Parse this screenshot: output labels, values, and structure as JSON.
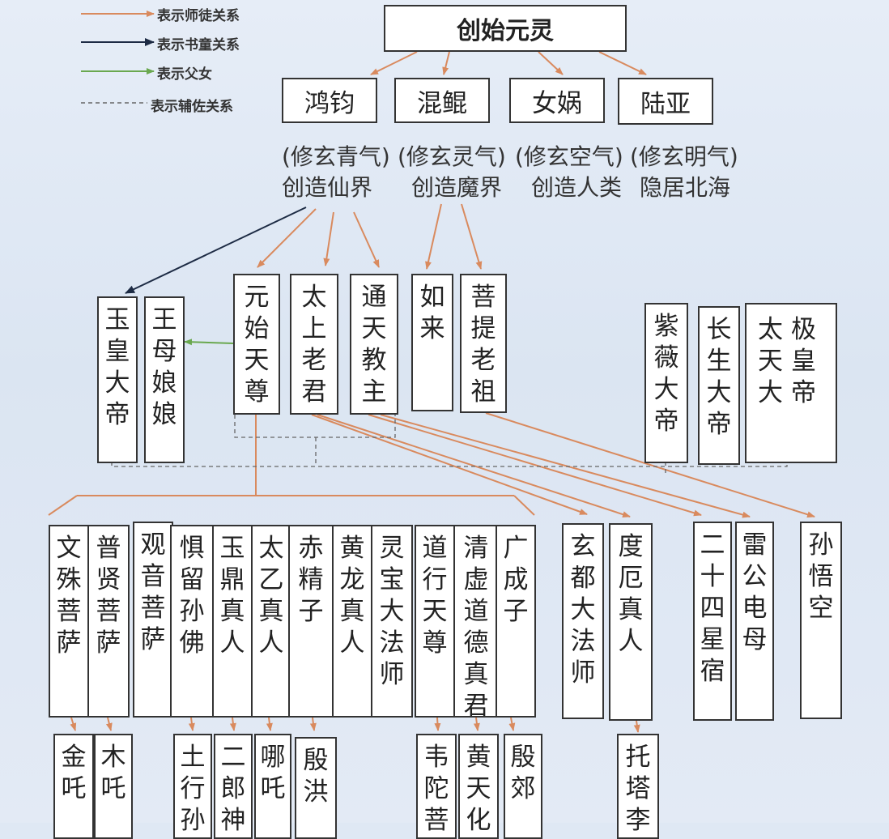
{
  "legend": {
    "master_disciple": "表示师徒关系",
    "mount": "表示书童关系",
    "father_daughter": "表示父女",
    "assist": "表示辅佐关系"
  },
  "colors": {
    "master_disciple": "#d98a5e",
    "mount": "#1d2b44",
    "father_daughter": "#6aa84f",
    "assist": "#666666"
  },
  "root": "创始元灵",
  "tier1": [
    {
      "name": "鸿钧",
      "desc1": "(修玄青气)",
      "desc2": "创造仙界"
    },
    {
      "name": "混鲲",
      "desc1": "(修玄灵气)",
      "desc2": "创造魔界"
    },
    {
      "name": "女娲",
      "desc1": "(修玄空气)",
      "desc2": "创造人类"
    },
    {
      "name": "陆亚",
      "desc1": "(修玄明气)",
      "desc2": "隐居北海"
    }
  ],
  "tier2": [
    {
      "id": "yuhuang",
      "name": "玉皇大帝"
    },
    {
      "id": "wangmu",
      "name": "王母娘娘"
    },
    {
      "id": "yuanshi",
      "name": "元始天尊"
    },
    {
      "id": "taishang",
      "name": "太上老君"
    },
    {
      "id": "tongtian",
      "name": "通天教主"
    },
    {
      "id": "rulai",
      "name": "如来"
    },
    {
      "id": "puti",
      "name": "菩提老祖"
    },
    {
      "id": "ziwei",
      "name": "紫薇大帝"
    },
    {
      "id": "changsheng",
      "name": "长生大帝"
    },
    {
      "id": "taiji",
      "name": "太极天皇大帝"
    }
  ],
  "tier3": [
    {
      "id": "wenshu",
      "name": "文殊菩萨"
    },
    {
      "id": "puxian",
      "name": "普贤菩萨"
    },
    {
      "id": "guanyin",
      "name": "观音菩萨"
    },
    {
      "id": "julius",
      "name": "惧留孙佛"
    },
    {
      "id": "yuding",
      "name": "玉鼎真人"
    },
    {
      "id": "taiyi",
      "name": "太乙真人"
    },
    {
      "id": "chijing",
      "name": "赤精子"
    },
    {
      "id": "huanglong",
      "name": "黄龙真人"
    },
    {
      "id": "lingbao",
      "name": "灵宝大法师"
    },
    {
      "id": "daoxing",
      "name": "道行天尊"
    },
    {
      "id": "qingxu",
      "name": "清虚道德真君"
    },
    {
      "id": "guangcheng",
      "name": "广成子"
    },
    {
      "id": "xuandu",
      "name": "玄都大法师"
    },
    {
      "id": "due",
      "name": "度厄真人"
    },
    {
      "id": "ershisi",
      "name": "二十四星宿"
    },
    {
      "id": "leigong",
      "name": "雷公电母"
    },
    {
      "id": "sunwukong",
      "name": "孙悟空"
    }
  ],
  "tier4": [
    {
      "id": "jinzha",
      "name": "金吒"
    },
    {
      "id": "muzha",
      "name": "木吒"
    },
    {
      "id": "tuxingsun",
      "name": "土行孙"
    },
    {
      "id": "erlang",
      "name": "二郎神"
    },
    {
      "id": "nezha",
      "name": "哪吒"
    },
    {
      "id": "yinhong",
      "name": "殷洪"
    },
    {
      "id": "weituo",
      "name": "韦陀菩"
    },
    {
      "id": "huangtianhua",
      "name": "黄天化"
    },
    {
      "id": "yinjiao",
      "name": "殷郊"
    },
    {
      "id": "tuota",
      "name": "托塔李"
    }
  ]
}
